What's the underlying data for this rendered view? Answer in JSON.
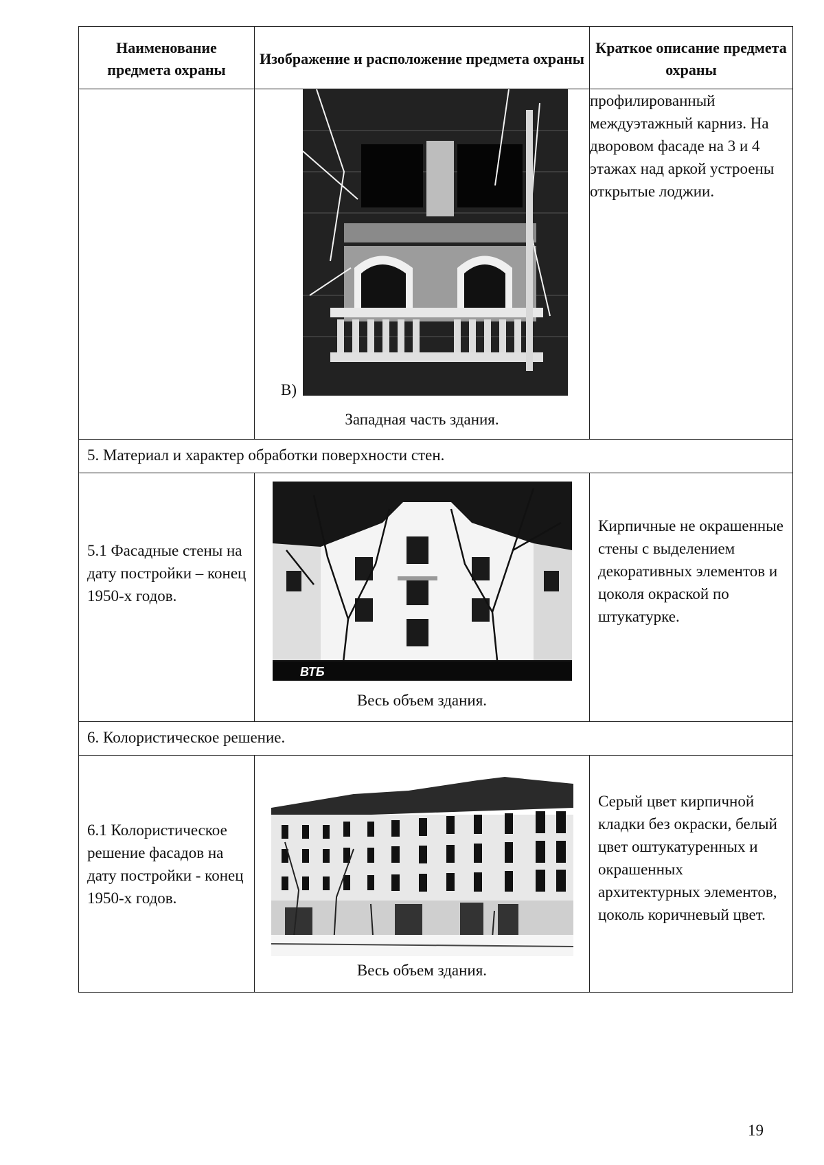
{
  "header": {
    "col1": "Наименование предмета охраны",
    "col2": "Изображение и расположение предмета охраны",
    "col3": "Краткое описание предмета охраны"
  },
  "row_cont": {
    "photo_label": "В)",
    "caption": "Западная часть здания.",
    "description": "профилированный междуэтажный карниз. На дворовом фасаде на 3 и 4 этажах над аркой устроены открытые лоджии."
  },
  "section5": {
    "title": "5. Материал и характер обработки поверхности стен."
  },
  "row_5_1": {
    "name": "5.1 Фасадные стены на дату постройки – конец 1950-х годов.",
    "caption": "Весь объем здания.",
    "description": "Кирпичные не окрашенные стены с выделением декоративных элементов и цоколя окраской по штукатурке.",
    "sign_text": "ВТБ"
  },
  "section6": {
    "title": "6. Колористическое решение."
  },
  "row_6_1": {
    "name": "6.1 Колористическое решение фасадов на дату постройки - конец 1950-х годов.",
    "caption": "Весь объем здания.",
    "description": "Серый цвет кирпичной кладки без окраски, белый цвет оштукатуренных и окрашенных архитектурных элементов, цоколь коричневый цвет."
  },
  "page_number": "19"
}
